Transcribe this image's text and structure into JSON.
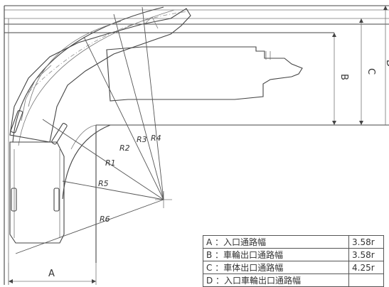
{
  "diagram": {
    "dimension_labels": {
      "a": "A",
      "b": "B",
      "c": "C",
      "d": "D"
    },
    "radius_labels": [
      "R1",
      "R2",
      "R3",
      "R4",
      "R5",
      "R6"
    ]
  },
  "legend": {
    "rows": [
      {
        "key": "A  ：入口通路幅",
        "value": "3.58r"
      },
      {
        "key": "B  ：車輪出口通路幅",
        "value": "3.58r"
      },
      {
        "key": "C  ：車体出口通路幅",
        "value": "4.25r"
      },
      {
        "key": "D  ：入口車輪出口通路幅",
        "value": ""
      }
    ]
  }
}
